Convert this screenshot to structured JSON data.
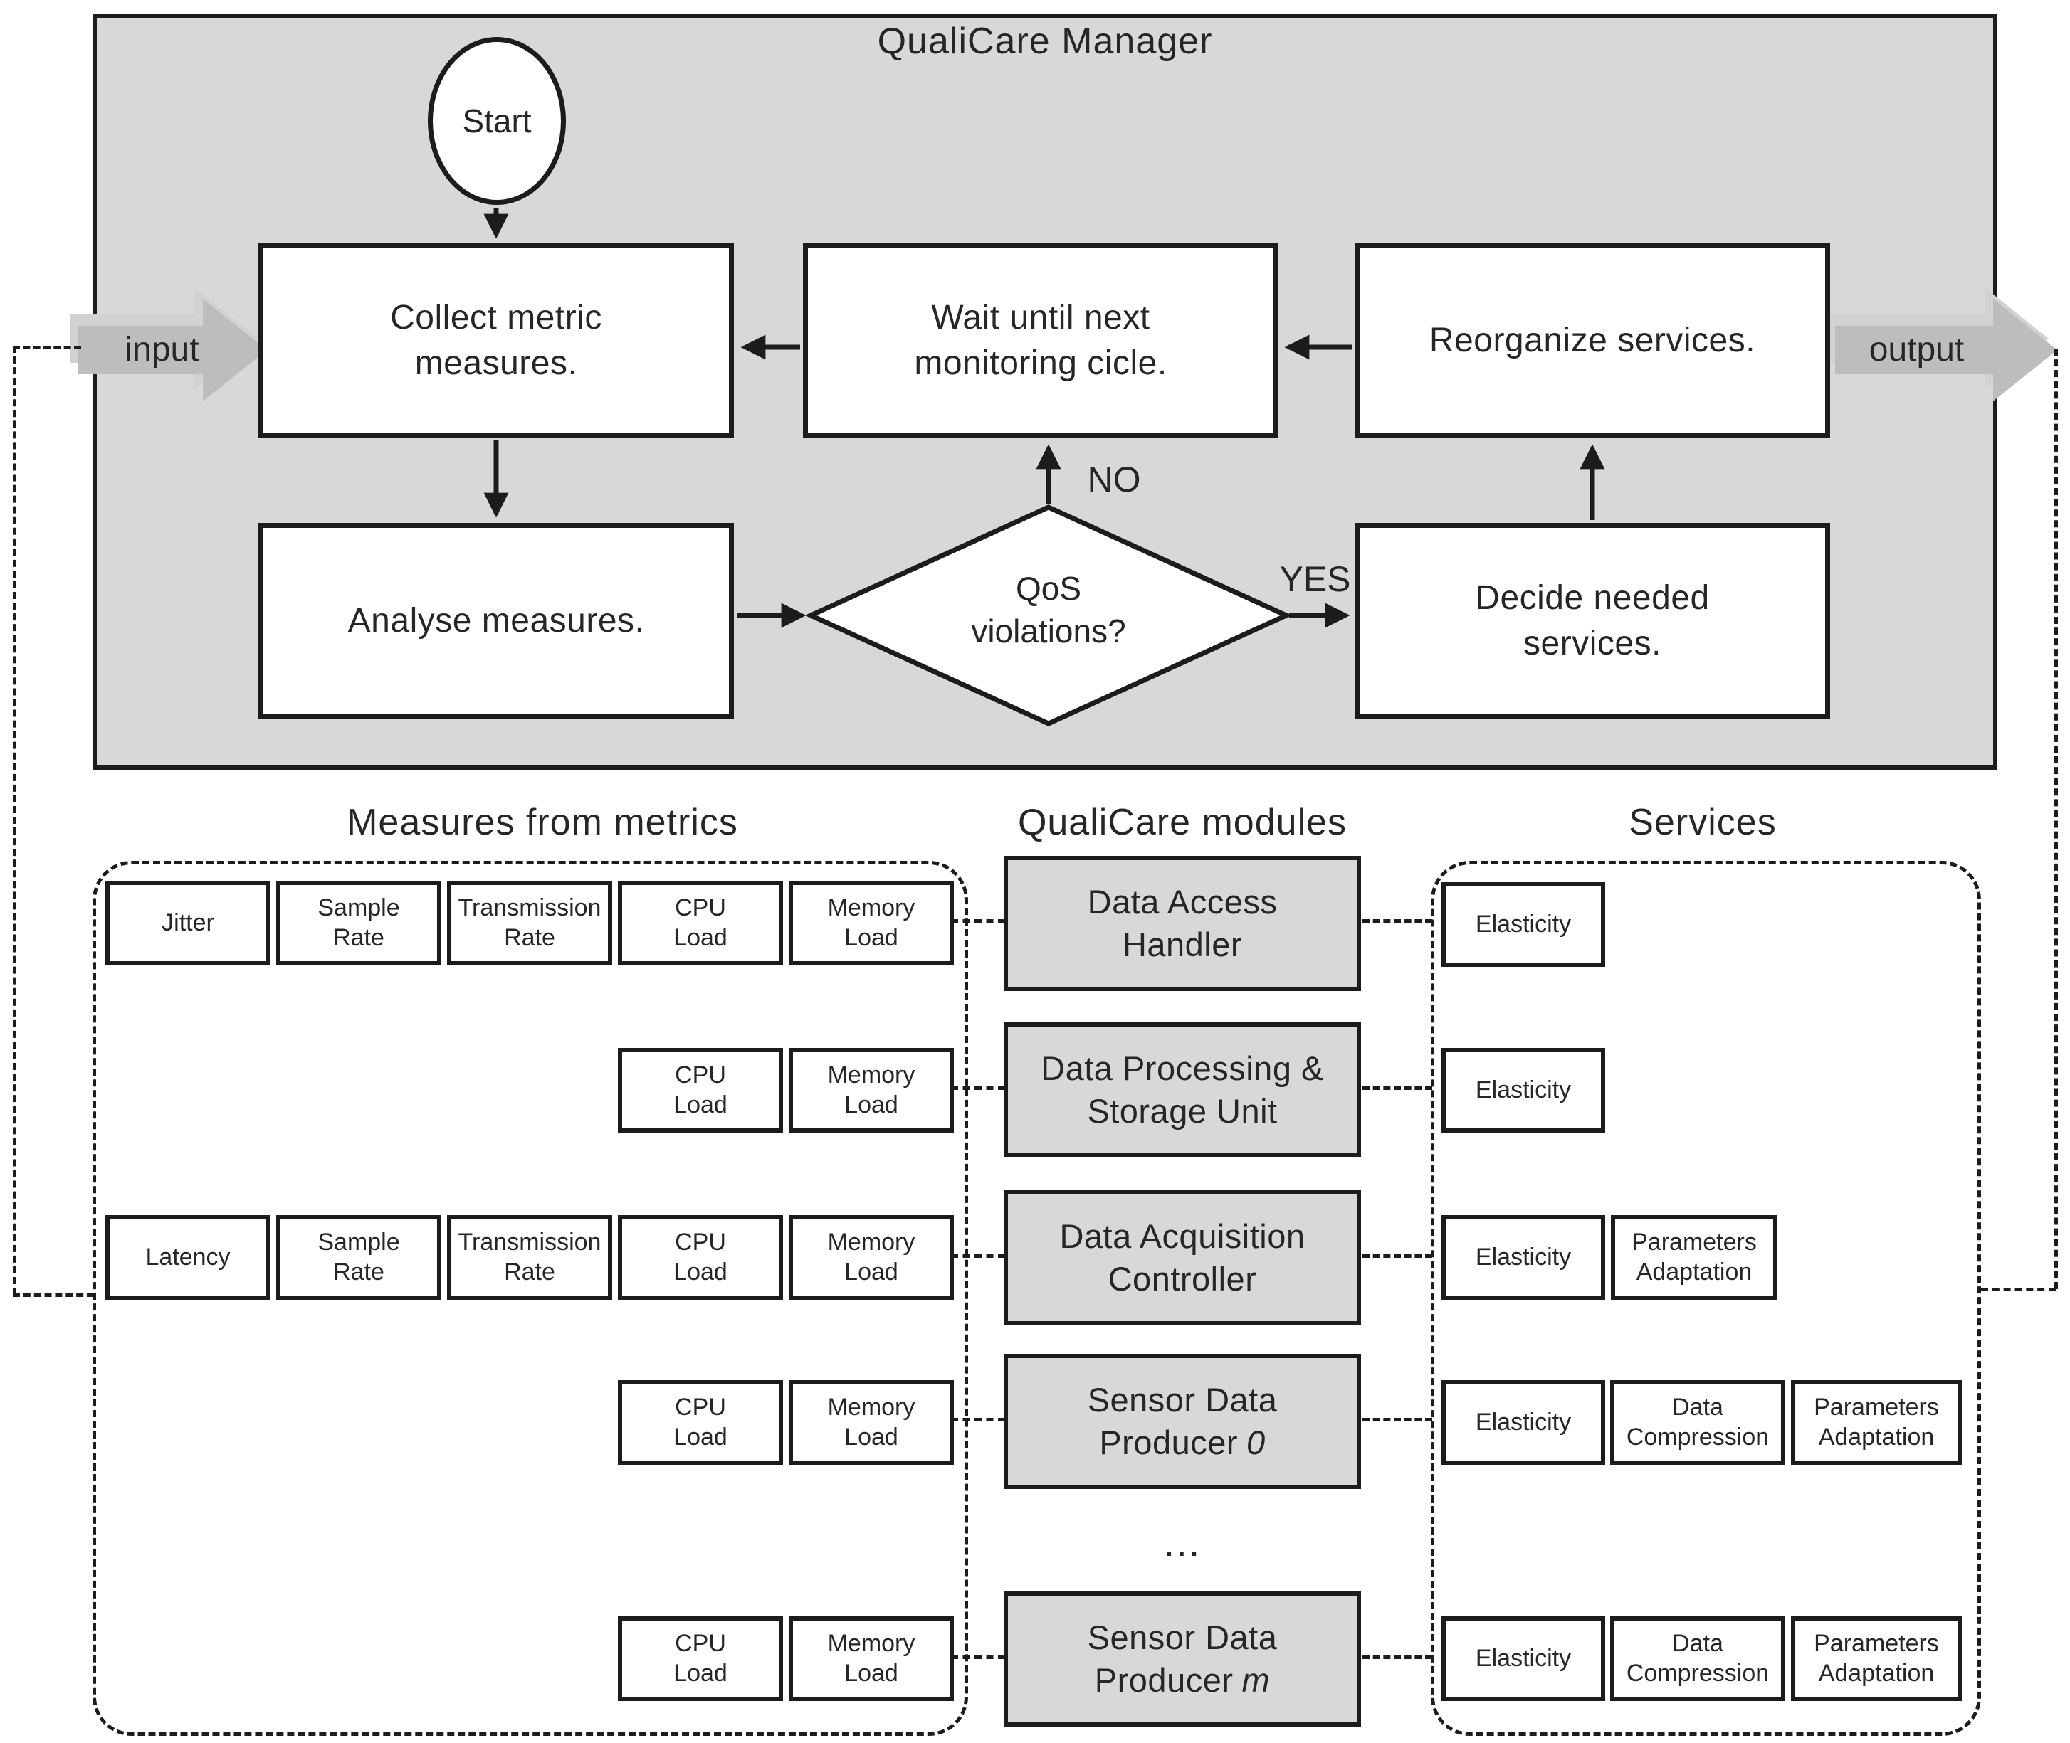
{
  "diagram_title": "QualiCare Manager",
  "flow": {
    "start_label": "Start",
    "collect": "Collect metric\nmeasures.",
    "wait": "Wait until next\nmonitoring cicle.",
    "reorganize": "Reorganize services.",
    "analyse": "Analyse measures.",
    "decision": "QoS\nviolations?",
    "decide": "Decide needed\nservices.",
    "label_no": "NO",
    "label_yes": "YES",
    "label_input": "input",
    "label_output": "output"
  },
  "measures": {
    "title": "Measures from metrics",
    "rows": [
      {
        "cells": [
          "Jitter",
          "Sample\nRate",
          "Transmission\nRate",
          "CPU\nLoad",
          "Memory\nLoad"
        ]
      },
      {
        "cells": [
          "CPU\nLoad",
          "Memory\nLoad"
        ]
      },
      {
        "cells": [
          "Latency",
          "Sample\nRate",
          "Transmission\nRate",
          "CPU\nLoad",
          "Memory\nLoad"
        ]
      },
      {
        "cells": [
          "CPU\nLoad",
          "Memory\nLoad"
        ]
      },
      {
        "cells": [
          "CPU\nLoad",
          "Memory\nLoad"
        ]
      }
    ]
  },
  "modules": {
    "title": "QualiCare modules",
    "ellipsis": "...",
    "items": [
      {
        "label": "Data Access\nHandler",
        "suffix": ""
      },
      {
        "label": "Data Processing &\nStorage Unit",
        "suffix": ""
      },
      {
        "label": "Data Acquisition\nController",
        "suffix": ""
      },
      {
        "label": "Sensor Data\nProducer",
        "suffix": "0"
      },
      {
        "label": "Sensor Data\nProducer",
        "suffix": "m"
      }
    ]
  },
  "services": {
    "title": "Services",
    "rows": [
      {
        "cells": [
          "Elasticity"
        ]
      },
      {
        "cells": [
          "Elasticity"
        ]
      },
      {
        "cells": [
          "Elasticity",
          "Parameters\nAdaptation"
        ]
      },
      {
        "cells": [
          "Elasticity",
          "Data\nCompression",
          "Parameters\nAdaptation"
        ]
      },
      {
        "cells": [
          "Elasticity",
          "Data\nCompression",
          "Parameters\nAdaptation"
        ]
      }
    ]
  },
  "colors": {
    "panel_fill": "#d8d8d8",
    "module_fill": "#d8d8d8",
    "io_arrow": "#bdbdbd",
    "io_arrow_light": "#d2d2d2",
    "line": "#1c1c1c",
    "text": "#262626"
  }
}
